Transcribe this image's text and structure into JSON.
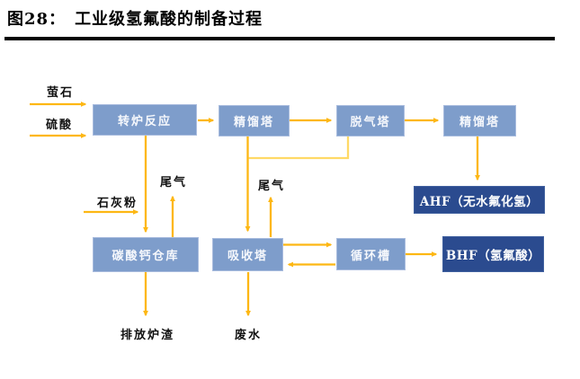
{
  "title": {
    "figure_label": "图28：",
    "figure_title": "工业级氢氟酸的制备过程"
  },
  "flowchart": {
    "boxes": [
      {
        "name": "converter-reaction",
        "label": "转炉反应",
        "style": "light"
      },
      {
        "name": "distillation-tower-1",
        "label": "精馏塔",
        "style": "light"
      },
      {
        "name": "degassing-tower",
        "label": "脱气塔",
        "style": "light"
      },
      {
        "name": "distillation-tower-2",
        "label": "精馏塔",
        "style": "light"
      },
      {
        "name": "ahf-product",
        "label": "AHF（无水氟化氢）",
        "style": "dark"
      },
      {
        "name": "calcium-carbonate-warehouse",
        "label": "碳酸钙仓库",
        "style": "light"
      },
      {
        "name": "absorption-tower",
        "label": "吸收塔",
        "style": "light"
      },
      {
        "name": "circulation-tank",
        "label": "循环槽",
        "style": "light"
      },
      {
        "name": "bhf-product",
        "label": "BHF（氢氟酸）",
        "style": "dark"
      }
    ],
    "labels": [
      {
        "name": "fluorite-input",
        "text": "萤石"
      },
      {
        "name": "sulfuric-acid-input",
        "text": "硫酸"
      },
      {
        "name": "lime-powder-input",
        "text": "石灰粉"
      },
      {
        "name": "tail-gas-1",
        "text": "尾气"
      },
      {
        "name": "tail-gas-2",
        "text": "尾气"
      },
      {
        "name": "slag-discharge-output",
        "text": "排放炉渣"
      },
      {
        "name": "wastewater-output",
        "text": "废水"
      }
    ]
  },
  "colors": {
    "box_light_fill": "#7e9dcb",
    "box_dark_fill": "#2b4b8f",
    "arrow": "#fdb713",
    "arrow_connector_light": "#ffd966",
    "title_text": "#000000",
    "title_rule": "#000000"
  }
}
